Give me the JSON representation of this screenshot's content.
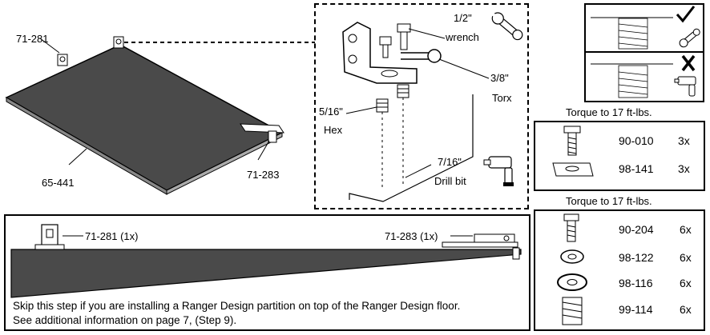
{
  "overview": {
    "part_left_bracket": "71-281",
    "part_floor": "65-441",
    "part_right_bracket": "71-283"
  },
  "detail": {
    "wrench_size": "1/2\"",
    "wrench_label": "wrench",
    "torx_size": "3/8\"",
    "torx_label": "Torx",
    "hex_size": "5/16\"",
    "hex_label": "Hex",
    "drill_size": "7/16\"",
    "drill_label": "Drill bit"
  },
  "torque_note_1": "Torque to 17 ft-lbs.",
  "torque_note_2": "Torque to 17 ft-lbs.",
  "hardware_box_1": [
    {
      "part": "90-010",
      "qty": "3x"
    },
    {
      "part": "98-141",
      "qty": "3x"
    }
  ],
  "hardware_box_2": [
    {
      "part": "90-204",
      "qty": "6x"
    },
    {
      "part": "98-122",
      "qty": "6x"
    },
    {
      "part": "98-116",
      "qty": "6x"
    },
    {
      "part": "99-114",
      "qty": "6x"
    }
  ],
  "bottom": {
    "left_callout": "71-281 (1x)",
    "right_callout": "71-283 (1x)",
    "note_line_1": "Skip this step if you are installing a Ranger Design partition on top of the Ranger Design floor.",
    "note_line_2": "See additional information on page 7, (Step 9)."
  },
  "icons": [
    "wrench-icon",
    "drill-icon",
    "check-icon",
    "x-icon"
  ]
}
